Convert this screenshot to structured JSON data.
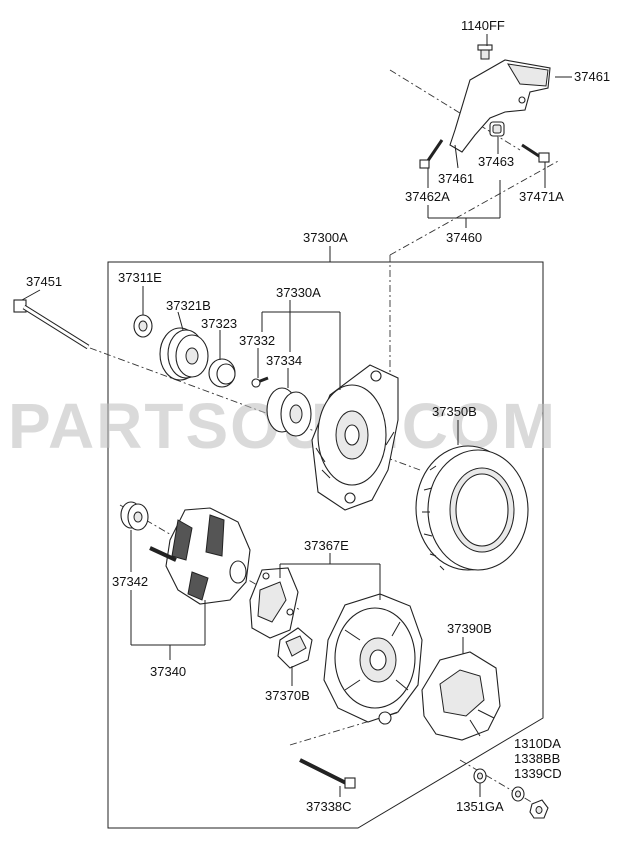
{
  "watermark": "PARTSOUQ.COM",
  "labels": {
    "p1140FF": "1140FF",
    "p37461_top": "37461",
    "p37461_mid": "37461",
    "p37463": "37463",
    "p37462A": "37462A",
    "p37471A": "37471A",
    "p37460": "37460",
    "p37300A": "37300A",
    "p37451": "37451",
    "p37311E": "37311E",
    "p37321B": "37321B",
    "p37323": "37323",
    "p37330A": "37330A",
    "p37332": "37332",
    "p37334": "37334",
    "p37350B": "37350B",
    "p37367E": "37367E",
    "p37342": "37342",
    "p37340": "37340",
    "p37390B": "37390B",
    "p37370B": "37370B",
    "p1310DA": "1310DA",
    "p1338BB": "1338BB",
    "p1339CD": "1339CD",
    "p37338C": "37338C",
    "p1351GA": "1351GA"
  }
}
